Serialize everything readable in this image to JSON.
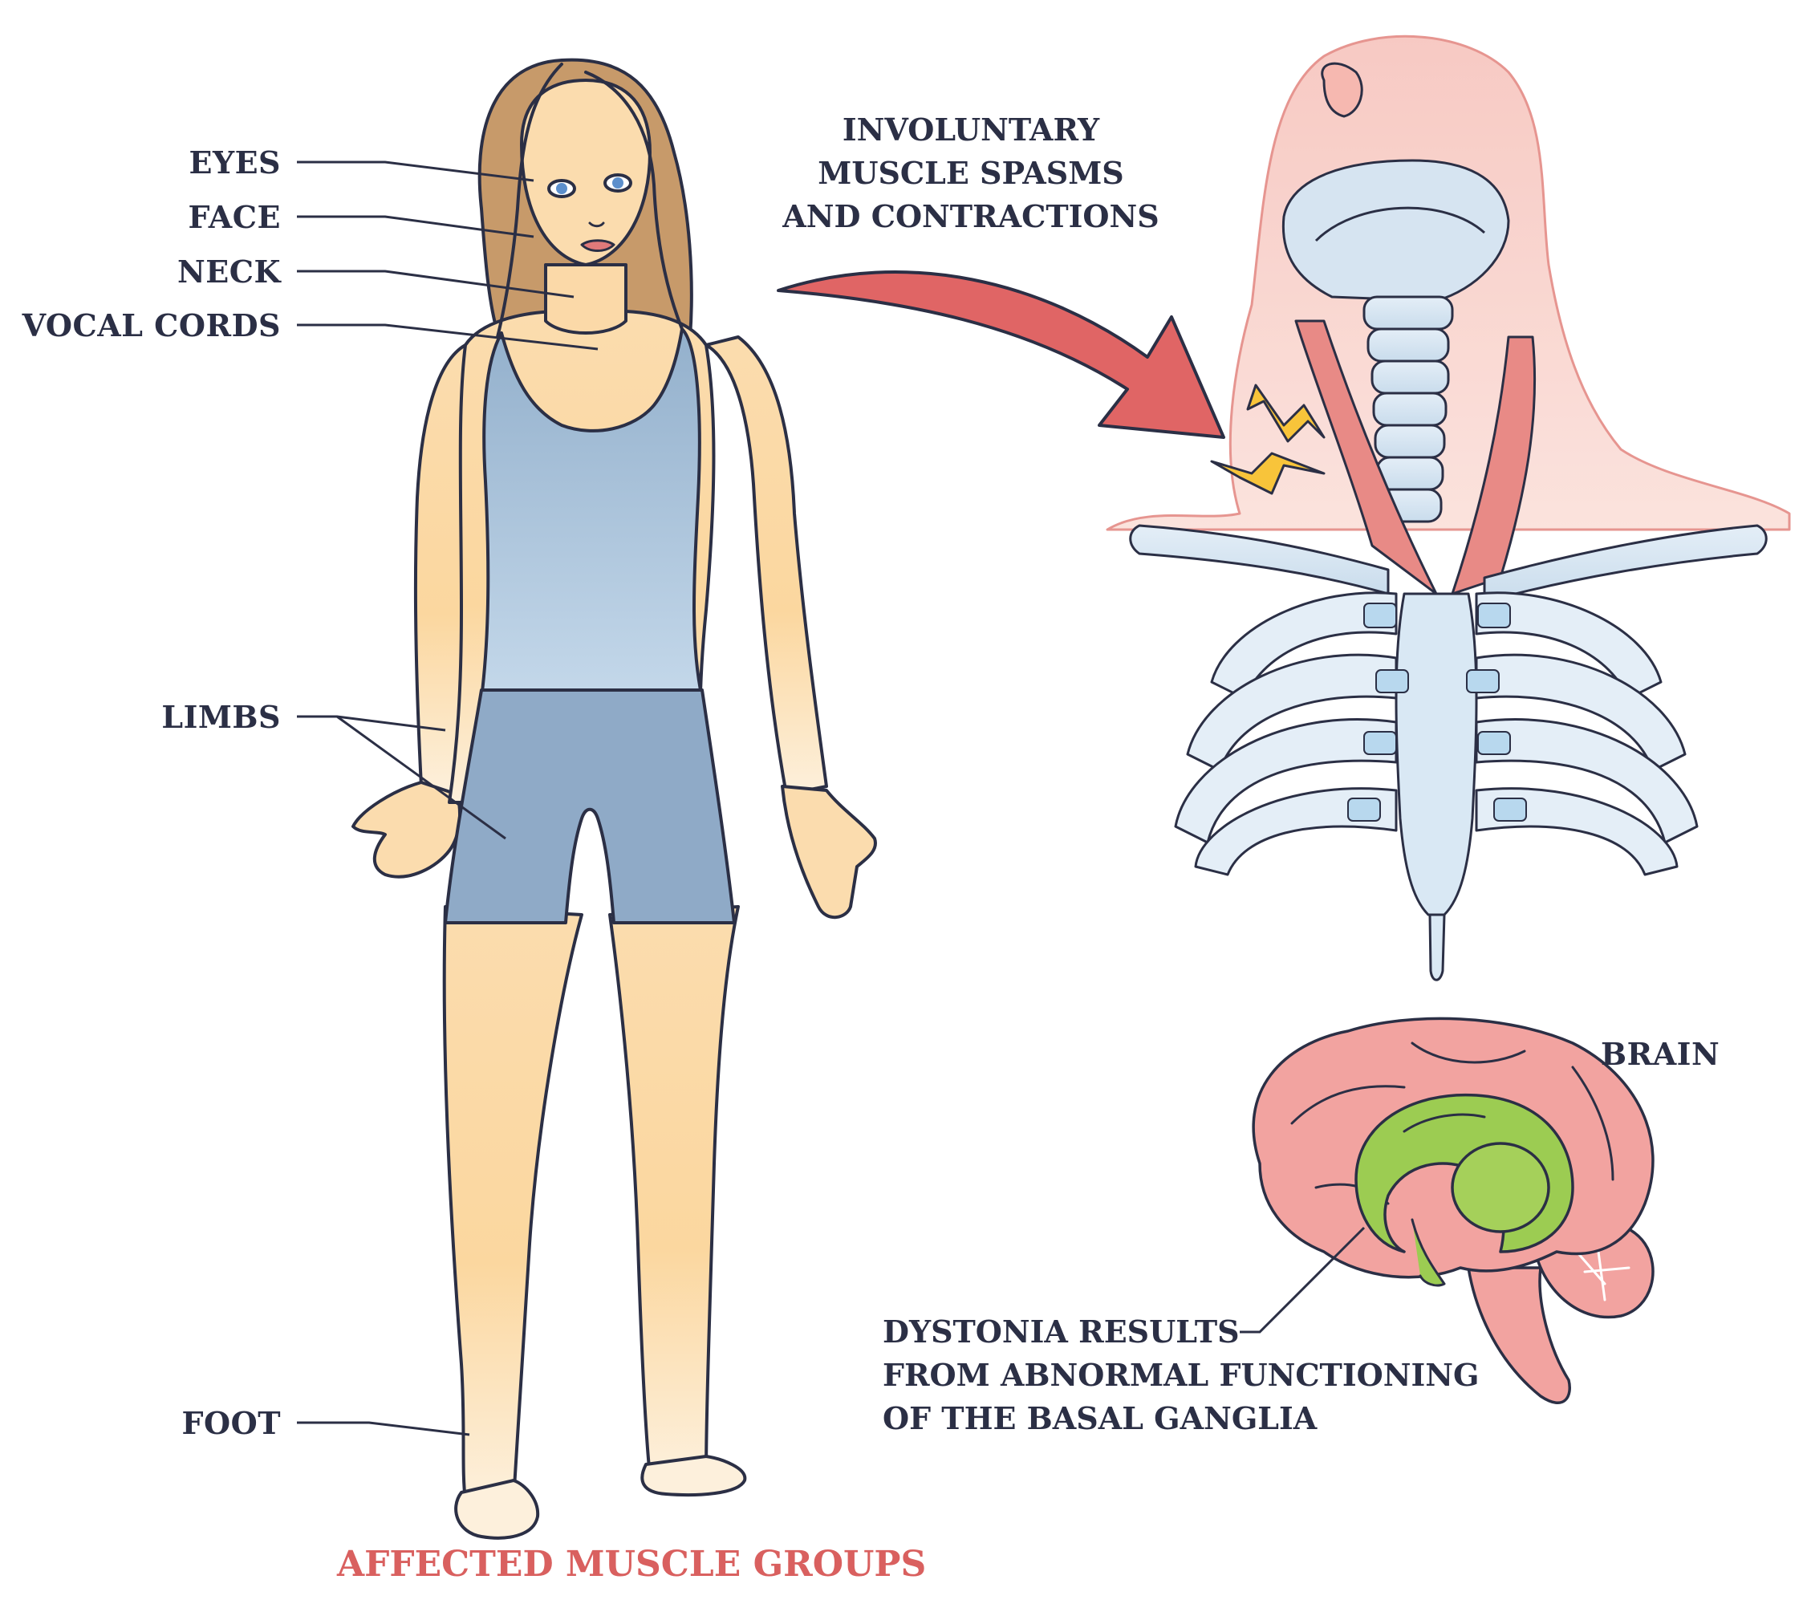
{
  "labels": {
    "eyes": "EYES",
    "face": "FACE",
    "neck": "NECK",
    "vocal_cords": "VOCAL CORDS",
    "limbs": "LIMBS",
    "foot": "FOOT",
    "brain": "BRAIN"
  },
  "callout_spasms": {
    "line1": "INVOLUNTARY",
    "line2": "MUSCLE SPASMS",
    "line3": "AND CONTRACTIONS"
  },
  "callout_dystonia": {
    "line1": "DYSTONIA RESULTS",
    "line2": "FROM ABNORMAL FUNCTIONING",
    "line3": "OF THE BASAL GANGLIA"
  },
  "footer_title": "AFFECTED MUSCLE GROUPS",
  "colors": {
    "label_text": "#2b2f45",
    "title_red": "#d9605f",
    "skin": "#fbd9a8",
    "clothing": "#9ab5d0",
    "hair": "#c79a6a",
    "arrow": "#e06565",
    "bone": "#d9e8f4",
    "muscle": "#e88a86",
    "brain": "#f2a3a0",
    "basal_ganglia": "#9ccc52",
    "lightning": "#f8c43a"
  }
}
